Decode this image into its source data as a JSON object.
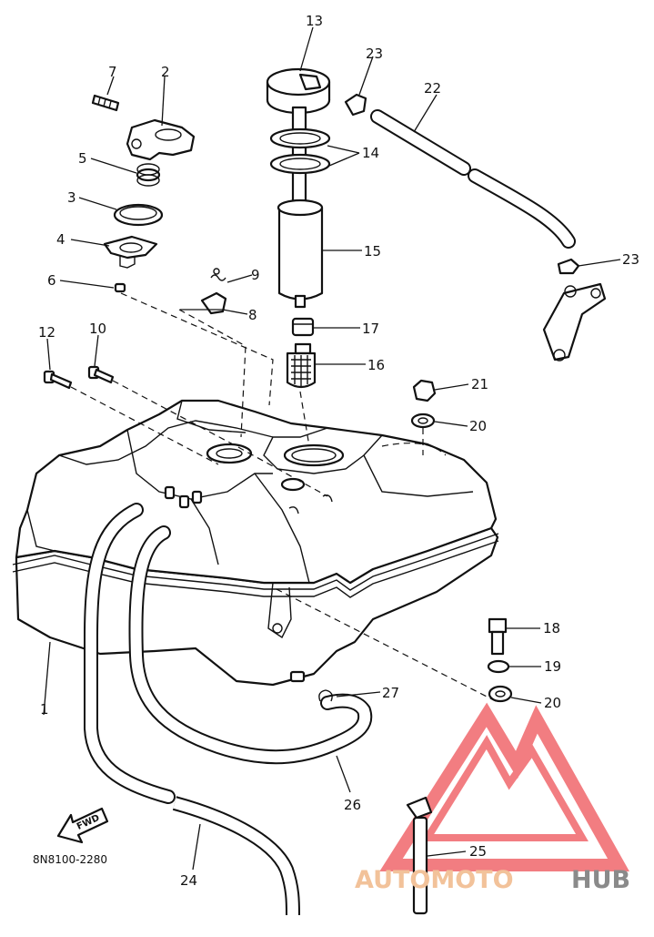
{
  "diagram": {
    "code": "8N8100-2280",
    "fwd_label": "FWD",
    "callouts": [
      {
        "id": "c1",
        "label": "1"
      },
      {
        "id": "c2",
        "label": "2"
      },
      {
        "id": "c3",
        "label": "3"
      },
      {
        "id": "c4",
        "label": "4"
      },
      {
        "id": "c5",
        "label": "5"
      },
      {
        "id": "c6",
        "label": "6"
      },
      {
        "id": "c7",
        "label": "7"
      },
      {
        "id": "c8",
        "label": "8"
      },
      {
        "id": "c9",
        "label": "9"
      },
      {
        "id": "c10",
        "label": "10"
      },
      {
        "id": "c12",
        "label": "12"
      },
      {
        "id": "c13",
        "label": "13"
      },
      {
        "id": "c14",
        "label": "14"
      },
      {
        "id": "c15",
        "label": "15"
      },
      {
        "id": "c16",
        "label": "16"
      },
      {
        "id": "c17",
        "label": "17"
      },
      {
        "id": "c18",
        "label": "18"
      },
      {
        "id": "c19",
        "label": "19"
      },
      {
        "id": "c20a",
        "label": "20"
      },
      {
        "id": "c20b",
        "label": "20"
      },
      {
        "id": "c21",
        "label": "21"
      },
      {
        "id": "c22",
        "label": "22"
      },
      {
        "id": "c23a",
        "label": "23"
      },
      {
        "id": "c23b",
        "label": "23"
      },
      {
        "id": "c24",
        "label": "24"
      },
      {
        "id": "c25",
        "label": "25"
      },
      {
        "id": "c26",
        "label": "26"
      },
      {
        "id": "c27",
        "label": "27"
      }
    ]
  },
  "watermark": {
    "part1": "AUTOMOTO",
    "part2": "HUB",
    "color_logo": "#e8141b",
    "color_text1": "#f2c29a",
    "color_text2": "#8a8a8a"
  }
}
